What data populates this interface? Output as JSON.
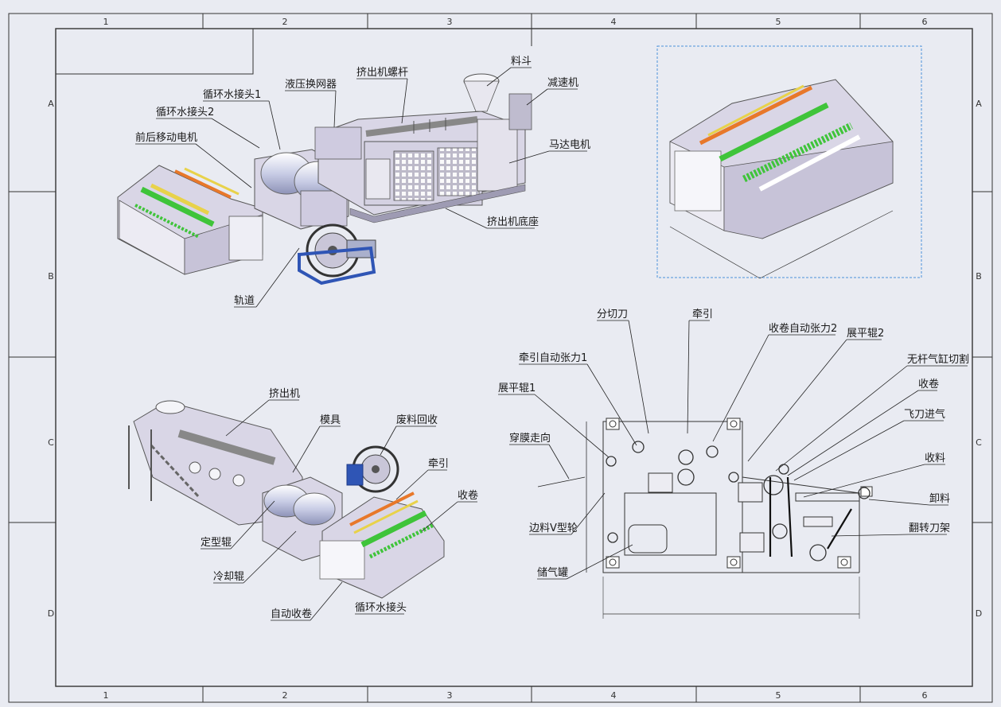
{
  "border": {
    "columns": [
      "1",
      "2",
      "3",
      "4",
      "5",
      "6"
    ],
    "rows": [
      "A",
      "B",
      "C",
      "D"
    ]
  },
  "callouts_top": {
    "hopper": "料斗",
    "screw": "挤出机螺杆",
    "hydraulic_changer": "液压换网器",
    "water_joint_1": "循环水接头1",
    "water_joint_2": "循环水接头2",
    "move_motor": "前后移动电机",
    "reducer": "减速机",
    "motor": "马达电机",
    "base": "挤出机底座",
    "track": "轨道"
  },
  "callouts_bottom_left": {
    "extruder": "挤出机",
    "die": "模具",
    "waste_recycle": "废料回收",
    "traction": "牵引",
    "winding": "收卷",
    "forming_roll": "定型辊",
    "cooling_roll": "冷却辊",
    "auto_winding": "自动收卷",
    "water_joint": "循环水接头"
  },
  "callouts_plan": {
    "slitter": "分切刀",
    "traction": "牵引",
    "winding_tension_2": "收卷自动张力2",
    "spread_roll_2": "展平辊2",
    "traction_tension_1": "牵引自动张力1",
    "rodless_cut": "无杆气缸切割",
    "spread_roll_1": "展平辊1",
    "winding": "收卷",
    "fly_knife_air": "飞刀进气",
    "film_path": "穿膜走向",
    "take_up": "收料",
    "unload": "卸料",
    "edge_v_wheel": "边料V型轮",
    "flip_knife_rack": "翻转刀架",
    "air_tank": "储气罐"
  },
  "colors": {
    "paper": "#f2f1e9",
    "machine_fill": "#d9d6e6",
    "green_roll": "#3fc43a",
    "orange_roll": "#e8782a",
    "yellow_roll": "#e8d24a",
    "blue_frame": "#2f55b5"
  }
}
